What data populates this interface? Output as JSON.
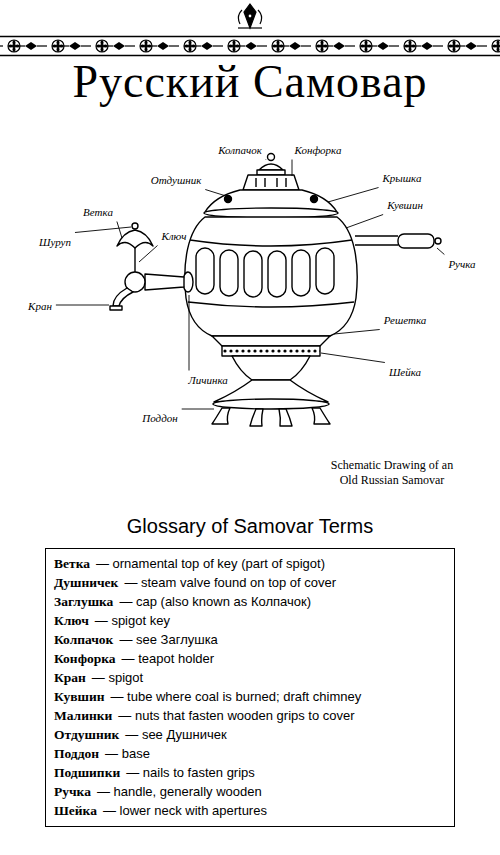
{
  "diagram": {
    "title": "Русский Самовар",
    "caption": "Schematic Drawing of an Old Russian Samovar",
    "nodes": [
      {
        "text": [
          "Glossary of Samovar Terms",
          "Ветка",
          "— ornamental top of key (part of spigot)",
          "Душничек",
          "— steam valve found on top of cover",
          "Заглушка",
          "— cap (also known as Колпачок)",
          "Ключ",
          "— spigot key",
          "Колпачок",
          "— see Заглушка",
          "Конфорка",
          "— teapot holder",
          "Кран",
          "— spigot",
          "Кувшин",
          "— tube where coal is burned; draft chimney",
          "Малинки",
          "— nuts that fasten wooden grips to cover",
          "Отдушник",
          "— see Душничек",
          "Поддон",
          "— base",
          "Подшипки",
          "— nails to fasten grips",
          "Ручка",
          "— handle, generally wooden",
          "Шейка",
          "— lower neck with apertures"
        ]
      }
    ],
    "labels": [
      "Колпачок",
      "Конфорка",
      "Отдушник",
      "Крышка",
      "Кувшин",
      "Ветка",
      "Шуруп",
      "Ключ",
      "Ручка",
      "Кран",
      "Решетка",
      "Личинка",
      "Шейка",
      "Поддон"
    ]
  }
}
